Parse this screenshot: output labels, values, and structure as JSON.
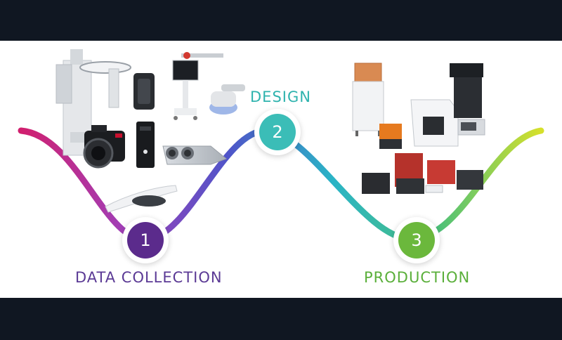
{
  "stages": [
    {
      "number": "1",
      "label": "DATA COLLECTION",
      "color": "#5b2b8c",
      "label_color": "#5b3a95"
    },
    {
      "number": "2",
      "label": "DESIGN",
      "color": "#3bbdb7",
      "label_color": "#2fb3ae"
    },
    {
      "number": "3",
      "label": "PRODUCTION",
      "color": "#6bb83c",
      "label_color": "#5aaf3a"
    }
  ],
  "curve_gradient": [
    "#d11f6e",
    "#a03fb8",
    "#4f55c9",
    "#2ab4c6",
    "#4bc07a",
    "#d6e02b"
  ],
  "equipment": {
    "data_collection": [
      "cbct-scanner",
      "desktop-scanner",
      "dslr-camera",
      "face-scanner",
      "cart-scanner",
      "lab-scanner",
      "intraoral-scanner"
    ],
    "design": [
      "design-workstation"
    ],
    "production": [
      "3d-printer-tall",
      "milling-machine",
      "furnace",
      "3d-printer-small",
      "printer-array"
    ]
  }
}
